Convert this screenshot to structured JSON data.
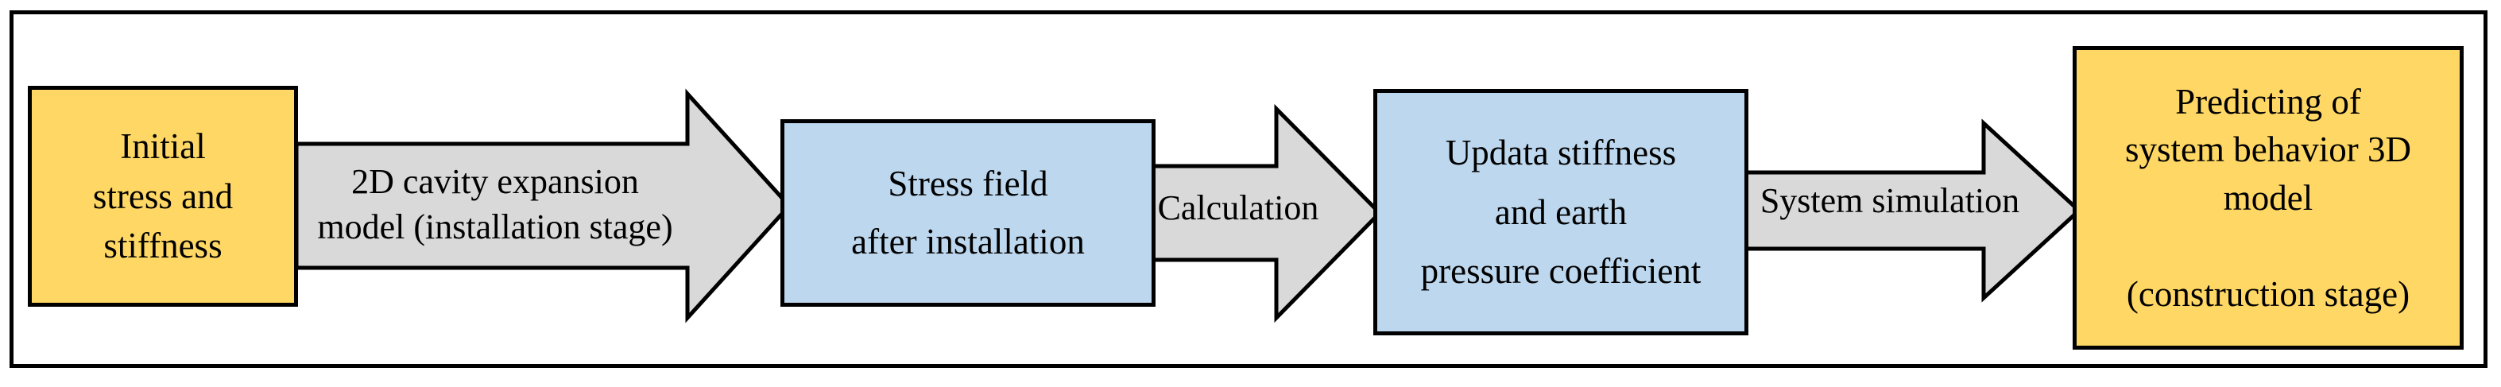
{
  "diagram": {
    "type": "process-flowchart",
    "orientation": "left-to-right",
    "frame": {
      "border_color": "#000000"
    },
    "colors": {
      "input_output_fill": "#FFD764",
      "intermediate_fill": "#BDD7EE",
      "arrow_fill": "#D9D9D9",
      "stroke": "#000000"
    },
    "nodes": [
      {
        "id": "initial-stress-stiffness",
        "shape": "rectangle",
        "fill": "#FFD764",
        "lines": [
          "Initial",
          "stress and",
          "stiffness"
        ]
      },
      {
        "id": "stress-field-after-installation",
        "shape": "rectangle",
        "fill": "#BDD7EE",
        "lines": [
          "Stress field",
          "after installation"
        ]
      },
      {
        "id": "updata-stiffness-earth-pressure",
        "shape": "rectangle",
        "fill": "#BDD7EE",
        "lines": [
          "Updata stiffness",
          "and earth",
          "pressure coefficient"
        ]
      },
      {
        "id": "predicting-system-behavior",
        "shape": "rectangle",
        "fill": "#FFD764",
        "lines": [
          "Predicting of",
          "system behavior 3D",
          "model",
          "",
          "(construction stage)"
        ]
      }
    ],
    "arrows": [
      {
        "id": "arrow-2d-cavity-expansion",
        "from": "initial-stress-stiffness",
        "to": "stress-field-after-installation",
        "fill": "#D9D9D9",
        "lines": [
          "2D cavity expansion",
          "model (installation stage)"
        ]
      },
      {
        "id": "arrow-calculation",
        "from": "stress-field-after-installation",
        "to": "updata-stiffness-earth-pressure",
        "fill": "#D9D9D9",
        "lines": [
          "Calculation"
        ]
      },
      {
        "id": "arrow-system-simulation",
        "from": "updata-stiffness-earth-pressure",
        "to": "predicting-system-behavior",
        "fill": "#D9D9D9",
        "lines": [
          "System simulation"
        ]
      }
    ]
  }
}
